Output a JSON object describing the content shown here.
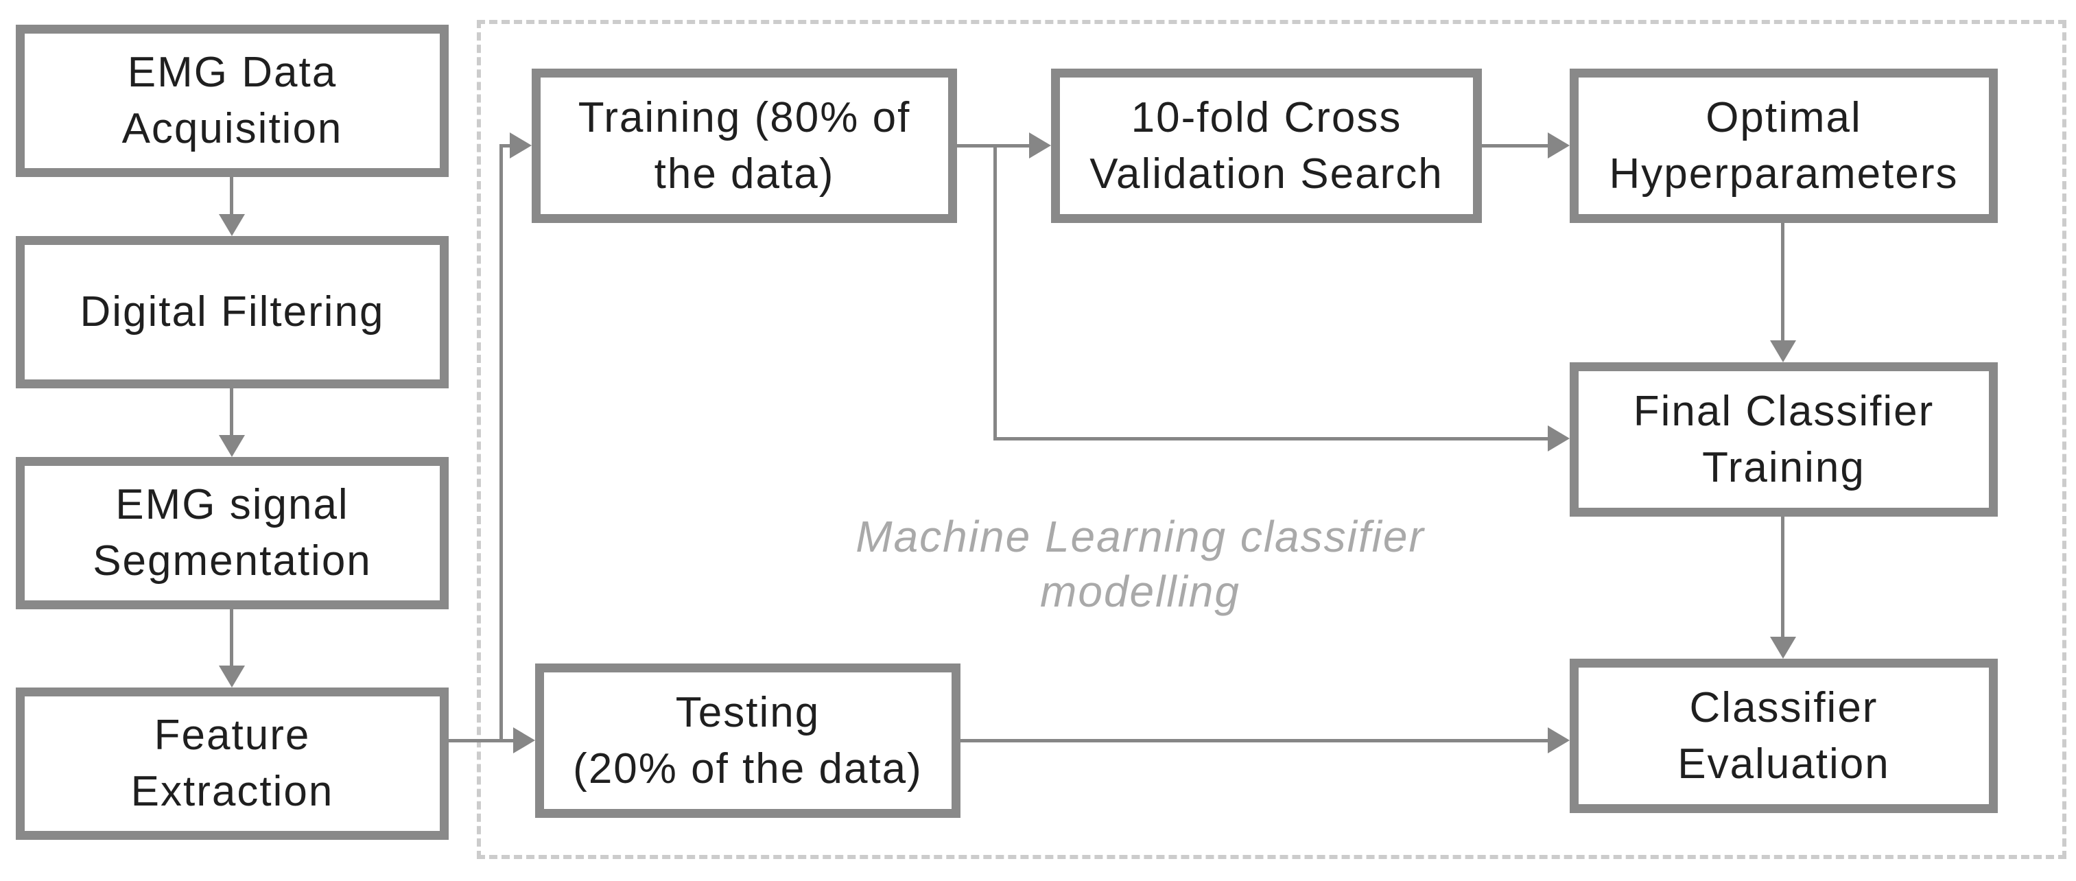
{
  "diagram": {
    "nodes": {
      "emg_data_acquisition": {
        "label": "EMG Data\nAcquisition"
      },
      "digital_filtering": {
        "label": "Digital Filtering"
      },
      "emg_signal_segmentation": {
        "label": "EMG signal\nSegmentation"
      },
      "feature_extraction": {
        "label": "Feature\nExtraction"
      },
      "training": {
        "label": "Training (80% of\nthe data)"
      },
      "cross_validation": {
        "label": "10-fold Cross\nValidation Search"
      },
      "optimal_hyperparameters": {
        "label": "Optimal\nHyperparameters"
      },
      "final_classifier_training": {
        "label": "Final Classifier\nTraining"
      },
      "testing": {
        "label": "Testing\n(20% of the data)"
      },
      "classifier_evaluation": {
        "label": "Classifier\nEvaluation"
      }
    },
    "container": {
      "label": "Machine Learning classifier\nmodelling"
    },
    "colors": {
      "box_border": "#898989",
      "connector": "#868686",
      "dashed_frame": "#cccccc",
      "text": "#1f1f1f",
      "container_label": "#a9a9a9",
      "background": "#ffffff"
    }
  }
}
